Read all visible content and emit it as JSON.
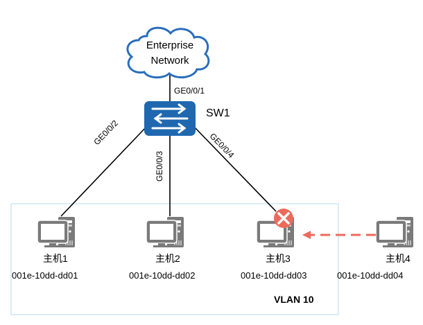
{
  "cloud": {
    "line1": "Enterprise",
    "line2": "Network"
  },
  "switch": {
    "name": "SW1",
    "icon": "switch-icon",
    "color": "#1f68b0"
  },
  "ports": {
    "uplink": "GE0/0/1",
    "p2": "GE0/0/2",
    "p3": "GE0/0/3",
    "p4": "GE0/0/4"
  },
  "vlan": {
    "label": "VLAN 10",
    "border_color": "#bfe2ef"
  },
  "hosts": [
    {
      "name": "主机1",
      "mac": "001e-10dd-dd01",
      "status": "connected"
    },
    {
      "name": "主机2",
      "mac": "001e-10dd-dd02",
      "status": "connected"
    },
    {
      "name": "主机3",
      "mac": "001e-10dd-dd03",
      "status": "blocked"
    },
    {
      "name": "主机4",
      "mac": "001e-10dd-dd04",
      "status": "outside-vlan"
    }
  ],
  "colors": {
    "host_gray": "#7a7a7a",
    "error_red": "#ec6a5c",
    "cloud_blue": "#2a6ebb"
  }
}
